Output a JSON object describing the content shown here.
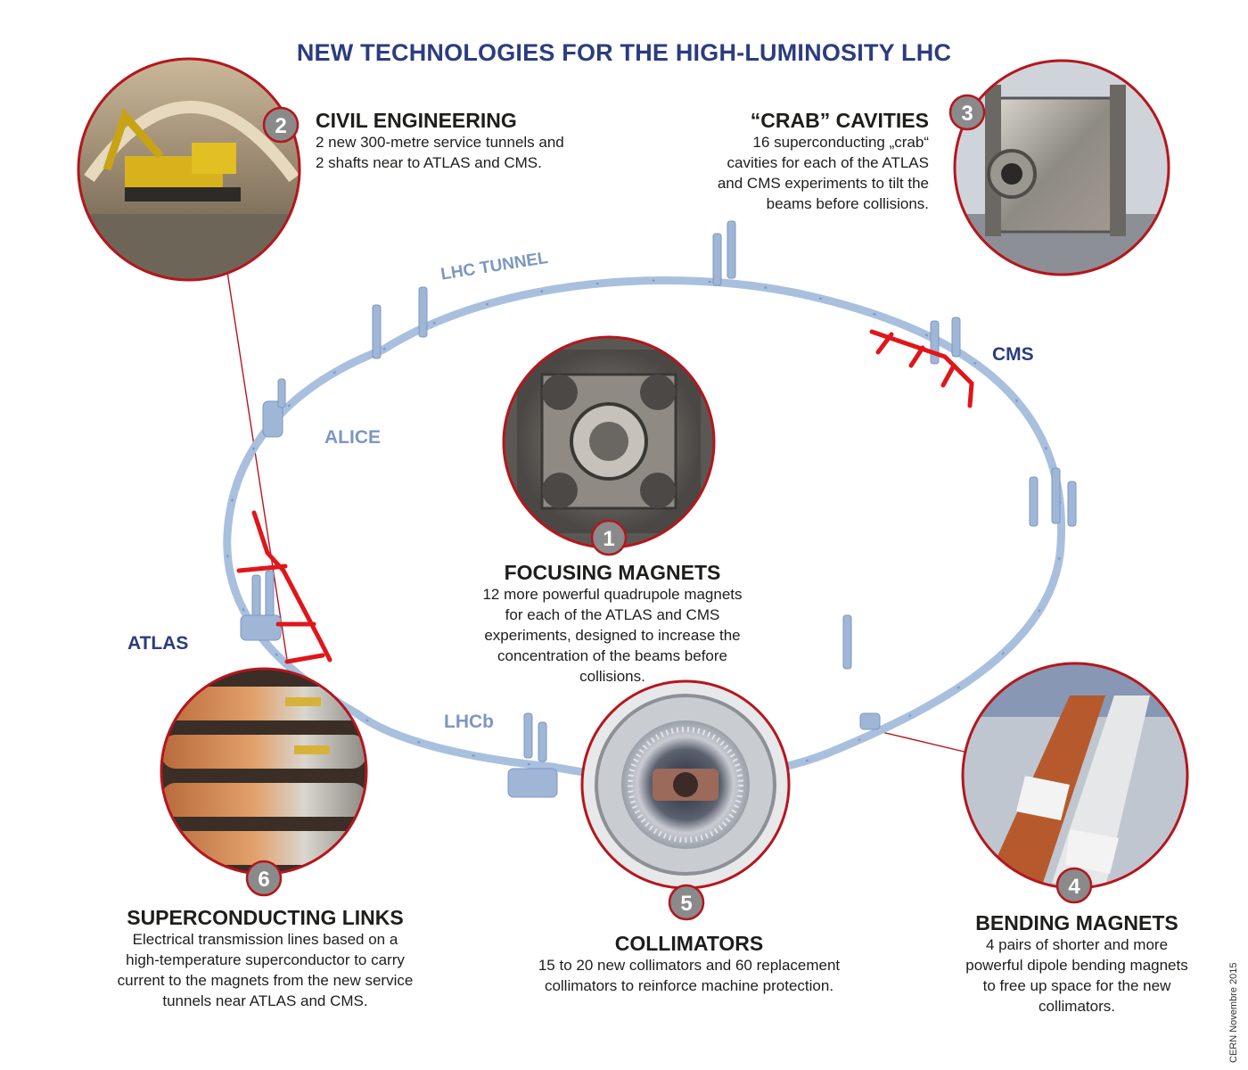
{
  "title": "NEW TECHNOLOGIES FOR THE HIGH-LUMINOSITY LHC",
  "tunnel_label": "LHC TUNNEL",
  "sites": {
    "alice": "ALICE",
    "cms": "CMS",
    "atlas": "ATLAS",
    "lhcb": "LHCb"
  },
  "features": {
    "focusing": {
      "number": "1",
      "title": "FOCUSING MAGNETS",
      "lines": [
        "12 more powerful quadrupole magnets",
        "for each of the ATLAS and CMS",
        "experiments, designed to increase the",
        "concentration of the beams before",
        "collisions."
      ],
      "photo": "quadrupole-magnet-cross-section"
    },
    "civil": {
      "number": "2",
      "title": "CIVIL ENGINEERING",
      "lines": [
        "2 new 300-metre service tunnels and",
        "2 shafts near to ATLAS and CMS."
      ],
      "photo": "excavator-in-tunnel"
    },
    "crab": {
      "number": "3",
      "title": "“CRAB” CAVITIES",
      "lines": [
        "16 superconducting „crab“",
        "cavities for each of the ATLAS",
        "and CMS experiments to tilt the",
        "beams before collisions."
      ],
      "photo": "crab-cavity-prototype"
    },
    "bending": {
      "number": "4",
      "title": "BENDING MAGNETS",
      "lines": [
        "4 pairs of shorter and more",
        "powerful dipole bending magnets",
        "to free up space for the new",
        "collimators."
      ],
      "photo": "dipole-magnet-coils"
    },
    "collimators": {
      "number": "5",
      "title": "COLLIMATORS",
      "lines": [
        "15 to 20 new collimators and 60 replacement",
        "collimators to reinforce machine protection."
      ],
      "photo": "collimator-assembly"
    },
    "links": {
      "number": "6",
      "title": "SUPERCONDUCTING LINKS",
      "lines": [
        "Electrical transmission lines based on a",
        "high-temperature superconductor to carry",
        "current to the magnets from the new service",
        "tunnels near ATLAS and CMS."
      ],
      "photo": "superconducting-cables"
    }
  },
  "credit": "CERN Novembre 2015",
  "colors": {
    "title": "#2b3c80",
    "ring": "#a8c0de",
    "ring_dark": "#7d97c2",
    "highlight": "#e0161b",
    "badge": "#8a8a8a",
    "circle_border": "#b5161d"
  }
}
